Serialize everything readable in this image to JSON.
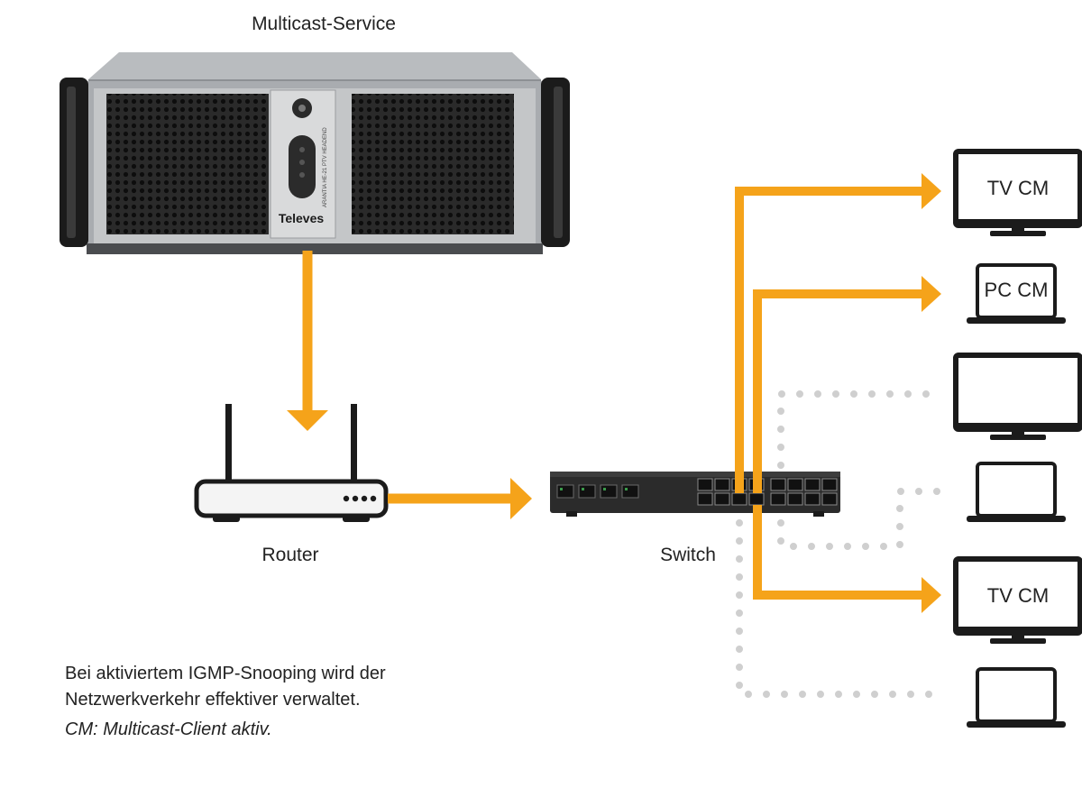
{
  "title": "Multicast-Service",
  "server": {
    "brand": "Televes",
    "side_text": "ARANTIA HE-21 PTV HEADEND"
  },
  "router": {
    "label": "Router"
  },
  "switch": {
    "label": "Switch"
  },
  "clients": [
    {
      "type": "tv",
      "label": "TV CM",
      "multicast_active": true
    },
    {
      "type": "laptop",
      "label": "PC CM",
      "multicast_active": true
    },
    {
      "type": "tv",
      "label": "",
      "multicast_active": false
    },
    {
      "type": "laptop",
      "label": "",
      "multicast_active": false
    },
    {
      "type": "tv",
      "label": "TV CM",
      "multicast_active": true
    },
    {
      "type": "laptop",
      "label": "",
      "multicast_active": false
    }
  ],
  "note": "Bei aktiviertem IGMP-Snooping wird der Netzwerkverkehr effektiver verwaltet.",
  "legend": "CM: Multicast-Client aktiv.",
  "colors": {
    "active_flow": "#f5a31a",
    "inactive_flow": "#cfcfcf"
  }
}
